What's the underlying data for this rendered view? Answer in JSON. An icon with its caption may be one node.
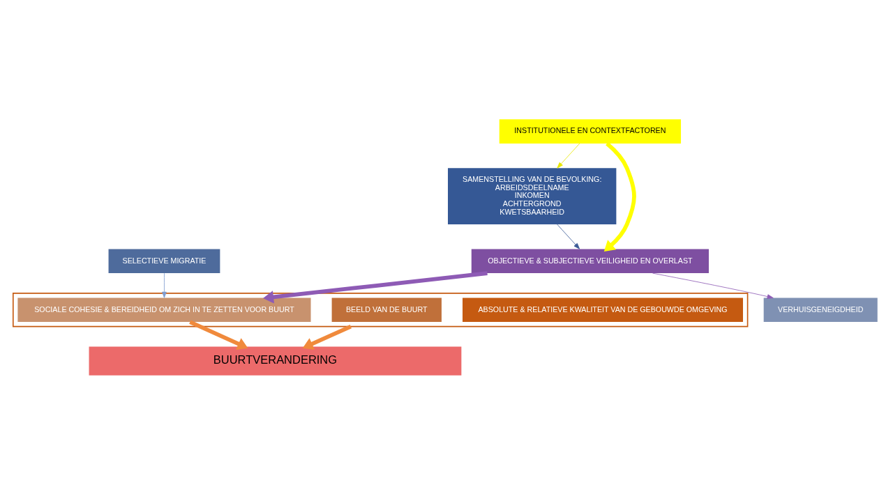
{
  "diagram": {
    "nodes": [
      {
        "text": [],
        "shape": "box"
      },
      {
        "text": [
          "ABSOLUTE & RELATIEVE KWALITEIT VAN DE GEBOUWDE OMGEVING"
        ],
        "in": 0
      },
      {
        "text": [
          "BEELD VAN DE BUURT"
        ],
        "in": 0
      },
      {
        "text": [
          "SOCIALE COHESIE & BEREIDHEID OM ZICH IN TE ZETTEN VOOR BUURT"
        ],
        "in": 0
      },
      {
        "text": [
          "VERHUISGENEIGDHEID"
        ]
      },
      {
        "text": [
          "SELECTIEVE MIGRATIE"
        ]
      },
      {
        "text": [
          "SAMENSTELLING VAN DE BEVOLKING:",
          "ARBEIDSDEELNAME",
          "INKOMEN",
          "ACHTERGROND",
          "KWETSBAARHEID"
        ]
      },
      {
        "text": [
          "OBJECTIEVE & SUBJECTIEVE VEILIGHEID EN OVERLAST"
        ]
      },
      {
        "text": [
          "BUURTVERANDERING"
        ]
      },
      {
        "text": [
          "INSTITUTIONELE EN CONTEXTFACTOREN"
        ]
      }
    ],
    "edges": [
      {
        "from": 0,
        "to": 8,
        "arrow": "to",
        "style": "thick",
        "color": "#f08a3c"
      },
      {
        "from": 3,
        "to": 8,
        "arrow": "to",
        "style": "thick",
        "color": "#f08a3c"
      },
      {
        "from": 7,
        "to": 3,
        "arrow": "to",
        "style": "thick",
        "color": "#8e5bb5"
      },
      {
        "from": 7,
        "to": 4,
        "arrow": "to",
        "color": "#8e5bb5"
      },
      {
        "from": 5,
        "to": 3,
        "arrow": "to",
        "color": "#7f9ccf"
      },
      {
        "from": 6,
        "to": 7,
        "arrow": "to",
        "color": "#3a5a96"
      },
      {
        "from": 9,
        "to": 6,
        "arrow": "to",
        "color": "#e6e600"
      },
      {
        "from": 9,
        "to": 7,
        "arrow": "to",
        "style": "thick",
        "color": "#ffff00"
      }
    ]
  }
}
